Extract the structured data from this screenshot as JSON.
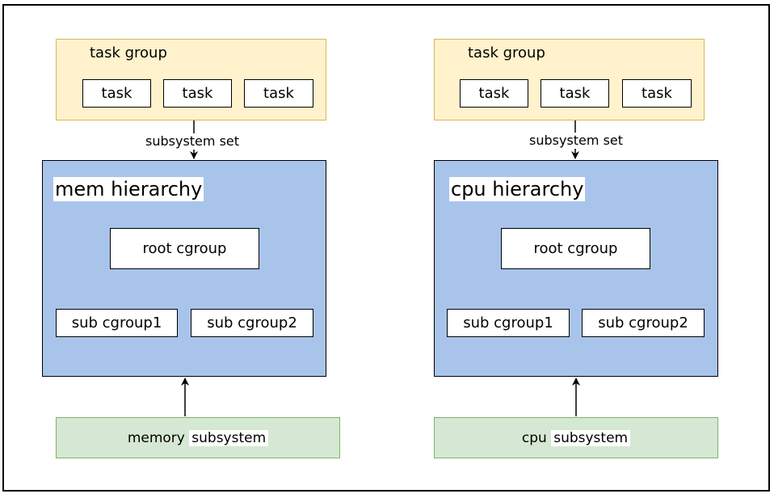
{
  "diagram": {
    "left": {
      "task_group": {
        "label": "task group",
        "tasks": [
          "task",
          "task",
          "task"
        ]
      },
      "edge_label": "subsystem set",
      "hierarchy": {
        "label": "mem hierarchy",
        "root": "root cgroup",
        "subs": [
          "sub cgroup1",
          "sub cgroup2"
        ]
      },
      "subsystem": {
        "prefix": "memory ",
        "highlight": "subsystem"
      }
    },
    "right": {
      "task_group": {
        "label": "task group",
        "tasks": [
          "task",
          "task",
          "task"
        ]
      },
      "edge_label": "subsystem set",
      "hierarchy": {
        "label": "cpu hierarchy",
        "root": "root cgroup",
        "subs": [
          "sub cgroup1",
          "sub cgroup2"
        ]
      },
      "subsystem": {
        "prefix": "cpu ",
        "highlight": "subsystem"
      }
    },
    "colors": {
      "task_group_fill": "#fff2cc",
      "task_group_border": "#d6b656",
      "hierarchy_fill": "#a9c4eb",
      "subsystem_fill": "#d5e8d4",
      "subsystem_border": "#82b366"
    }
  }
}
